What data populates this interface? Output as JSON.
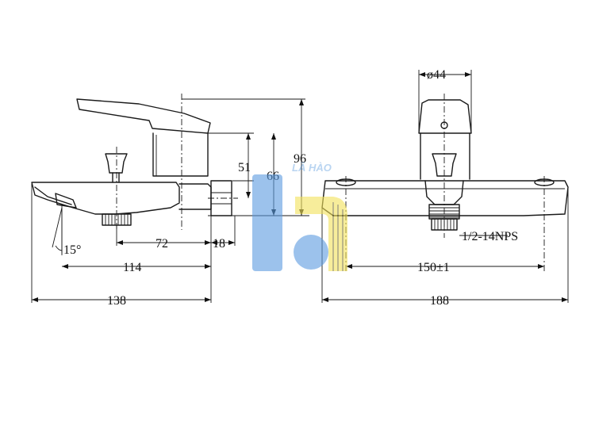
{
  "side_view": {
    "dimensions": {
      "d51": "51",
      "d66": "66",
      "d96": "96",
      "d72": "72",
      "d18": "18",
      "d114": "114",
      "d138": "138",
      "angle": "15°"
    }
  },
  "front_view": {
    "dimensions": {
      "diameter": "ø44",
      "thread": "1/2-14NPS",
      "spacing": "150±1",
      "width": "188"
    }
  },
  "watermark": {
    "text": "LÃ HÀO",
    "blue": "#5b9be0",
    "yellow": "#f3e25a"
  }
}
